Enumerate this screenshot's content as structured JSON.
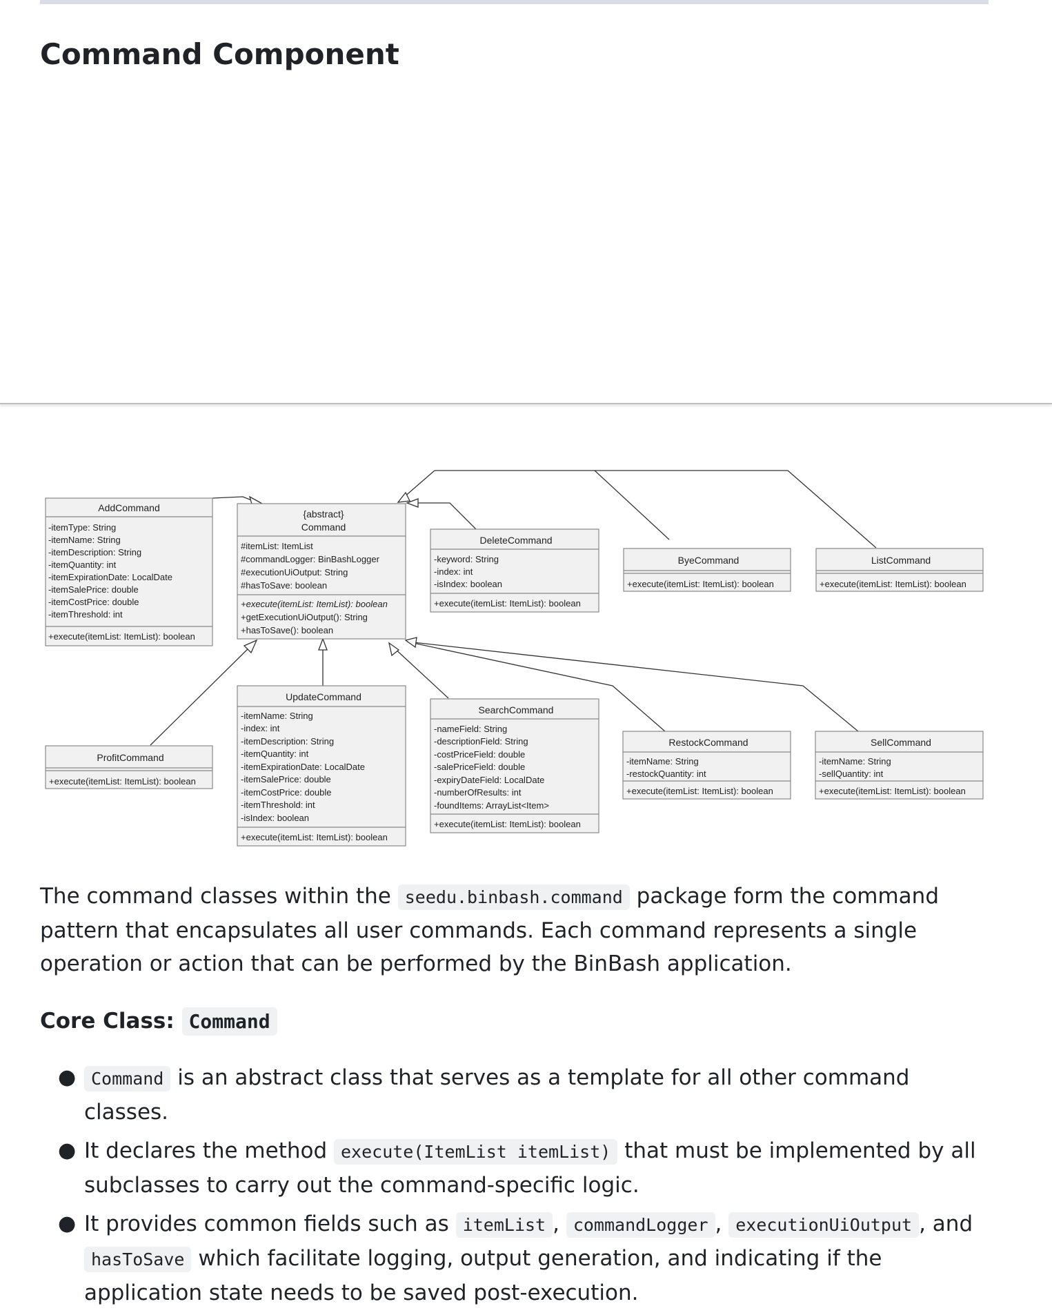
{
  "page": {
    "title": "Command Component"
  },
  "diagram": {
    "classes": {
      "add": {
        "name": "AddCommand",
        "fields": [
          "-itemType: String",
          "-itemName: String",
          "-itemDescription: String",
          "-itemQuantity: int",
          "-itemExpirationDate: LocalDate",
          "-itemSalePrice: double",
          "-itemCostPrice: double",
          "-itemThreshold: int"
        ],
        "methods": [
          "+execute(itemList: ItemList): boolean"
        ]
      },
      "command": {
        "stereotype": "{abstract}",
        "name": "Command",
        "fields": [
          "#itemList: ItemList",
          "#commandLogger: BinBashLogger",
          "#executionUiOutput: String",
          "#hasToSave: boolean"
        ],
        "methods": [
          "+execute(itemList: ItemList): boolean",
          "+getExecutionUiOutput(): String",
          "+hasToSave(): boolean"
        ]
      },
      "delete": {
        "name": "DeleteCommand",
        "fields": [
          "-keyword: String",
          "-index: int",
          "-isIndex: boolean"
        ],
        "methods": [
          "+execute(itemList: ItemList): boolean"
        ]
      },
      "bye": {
        "name": "ByeCommand",
        "methods": [
          "+execute(itemList: ItemList): boolean"
        ]
      },
      "list": {
        "name": "ListCommand",
        "methods": [
          "+execute(itemList: ItemList): boolean"
        ]
      },
      "profit": {
        "name": "ProfitCommand",
        "methods": [
          "+execute(itemList: ItemList): boolean"
        ]
      },
      "update": {
        "name": "UpdateCommand",
        "fields": [
          "-itemName: String",
          "-index: int",
          "-itemDescription: String",
          "-itemQuantity: int",
          "-itemExpirationDate: LocalDate",
          "-itemSalePrice: double",
          "-itemCostPrice: double",
          "-itemThreshold: int",
          "-isIndex: boolean"
        ],
        "methods": [
          "+execute(itemList: ItemList): boolean"
        ]
      },
      "search": {
        "name": "SearchCommand",
        "fields": [
          "-nameField: String",
          "-descriptionField: String",
          "-costPriceField: double",
          "-salePriceField: double",
          "-expiryDateField: LocalDate",
          "-numberOfResults: int",
          "-foundItems: ArrayList<Item>"
        ],
        "methods": [
          "+execute(itemList: ItemList): boolean"
        ]
      },
      "restock": {
        "name": "RestockCommand",
        "fields": [
          "-itemName: String",
          "-restockQuantity: int"
        ],
        "methods": [
          "+execute(itemList: ItemList): boolean"
        ]
      },
      "sell": {
        "name": "SellCommand",
        "fields": [
          "-itemName: String",
          "-sellQuantity: int"
        ],
        "methods": [
          "+execute(itemList: ItemList): boolean"
        ]
      }
    }
  },
  "intro": {
    "part1": "The command classes within the ",
    "code1": "seedu.binbash.command",
    "part2": " package form the command pattern that encapsulates all user commands. Each command represents a single operation or action that can be performed by the BinBash application."
  },
  "core": {
    "label": "Core Class: ",
    "code": "Command"
  },
  "bullets": {
    "b1": {
      "code": "Command",
      "text": " is an abstract class that serves as a template for all other command classes."
    },
    "b2": {
      "pre": "It declares the method ",
      "code": "execute(ItemList itemList)",
      "post": " that must be implemented by all subclasses to carry out the command-specific logic."
    },
    "b3": {
      "pre": "It provides common fields such as ",
      "code1": "itemList",
      "sep1": ", ",
      "code2": "commandLogger",
      "sep2": ", ",
      "code3": "executionUiOutput",
      "sep3": ", and ",
      "code4": "hasToSave",
      "post": " which facilitate logging, output generation, and indicating if the application state needs to be saved post-execution."
    }
  }
}
